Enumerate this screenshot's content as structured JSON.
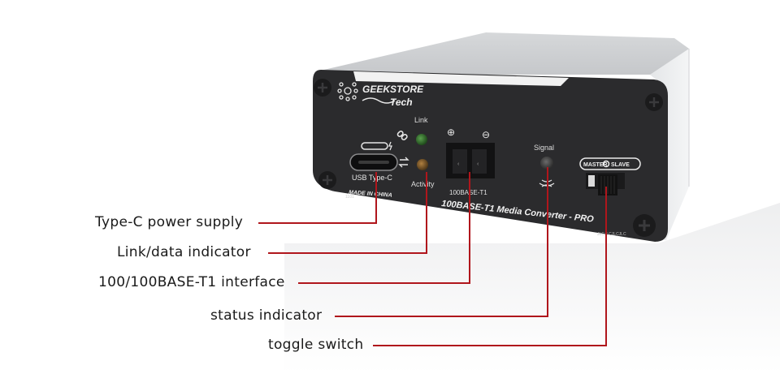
{
  "device": {
    "brand_line1": "GEEKSTORE",
    "brand_line2": "Tech",
    "usb_label": "USB Type-C",
    "made_in": "MADE IN CHINA",
    "serial": "1101",
    "led_link_label": "Link",
    "led_activity_label": "Activity",
    "port_plus": "⊕",
    "port_minus": "⊖",
    "port_label": "100BASE-T1",
    "signal_label": "Signal",
    "switch_label_left": "MASTER",
    "switch_label_right": "SLAVE",
    "product_name": "100BASE-T1 Media Converter - PRO",
    "small_print": "JLCJLCJLCJLC",
    "colors": {
      "panel": "#2b2b2d",
      "housing": "#c9cbcd",
      "led_link": "#2f6b2a",
      "led_activity": "#7a5a2a",
      "callout_line": "#b0161c"
    }
  },
  "callouts": [
    {
      "label": "Type-C power supply",
      "target": "usb-c-port"
    },
    {
      "label": "Link/data indicator",
      "target": "activity-led"
    },
    {
      "label": "100/100BASE-T1 interface",
      "target": "t1-port"
    },
    {
      "label": "status indicator",
      "target": "signal-led"
    },
    {
      "label": "toggle switch",
      "target": "master-slave-switch"
    }
  ]
}
